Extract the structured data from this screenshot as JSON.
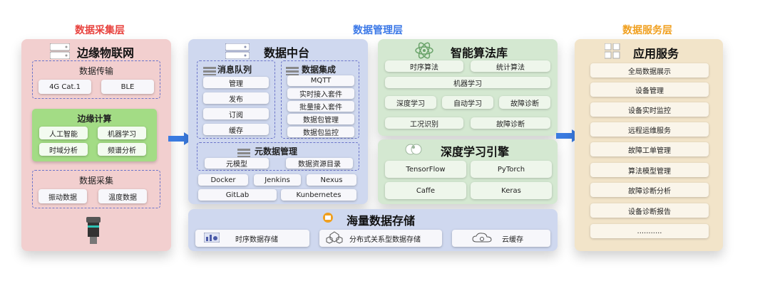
{
  "layers": {
    "collect": "数据采集层",
    "manage": "数据管理层",
    "service": "数据服务层"
  },
  "colors": {
    "collect_title": "#e8433f",
    "manage_title": "#3b78e7",
    "service_title": "#f0a020",
    "edge_panel": "#f1cdcd",
    "mid_panel": "#cfd8f0",
    "algo_panel": "#d6e9d3",
    "app_panel": "#f3e6cc",
    "edge_compute": "#9bd77e",
    "arrow": "#3a7be0"
  },
  "edge_iot": {
    "title": "边缘物联网",
    "transport": {
      "title": "数据传输",
      "items": [
        "4G Cat.1",
        "BLE"
      ]
    },
    "compute": {
      "title": "边缘计算",
      "items": [
        "人工智能",
        "机器学习",
        "时域分析",
        "频谱分析"
      ]
    },
    "collect": {
      "title": "数据采集",
      "items": [
        "振动数据",
        "温度数据"
      ]
    },
    "device_icon": "sensor-device-icon"
  },
  "data_center": {
    "title": "数据中台",
    "mq": {
      "title": "消息队列",
      "items": [
        "管理",
        "发布",
        "订阅",
        "缓存"
      ]
    },
    "integration": {
      "title": "数据集成",
      "items": [
        "MQTT",
        "实时接入套件",
        "批量接入套件",
        "数据包管理",
        "数据包监控"
      ]
    },
    "metadata": {
      "title": "元数据管理",
      "items": [
        "元模型",
        "数据资源目录"
      ]
    },
    "tools": [
      "Docker",
      "Jenkins",
      "Nexus",
      "GitLab",
      "Kunbernetes"
    ]
  },
  "algorithms": {
    "title": "智能算法库",
    "row1": [
      "时序算法",
      "统计算法"
    ],
    "row2": "机器学习",
    "row3": [
      "深度学习",
      "自动学习",
      "故障诊断"
    ],
    "row4": [
      "工况识别",
      "故障诊断"
    ]
  },
  "deep_learning": {
    "title": "深度学习引擎",
    "items": [
      "TensorFlow",
      "PyTorch",
      "Caffe",
      "Keras"
    ]
  },
  "storage": {
    "title": "海量数据存储",
    "items": [
      "时序数据存储",
      "分布式关系型数据存储",
      "云缓存"
    ]
  },
  "app_service": {
    "title": "应用服务",
    "items": [
      "全局数据展示",
      "设备管理",
      "设备实时监控",
      "远程运维服务",
      "故障工单管理",
      "算法模型管理",
      "故障诊断分析",
      "设备诊断报告",
      "..........."
    ]
  }
}
